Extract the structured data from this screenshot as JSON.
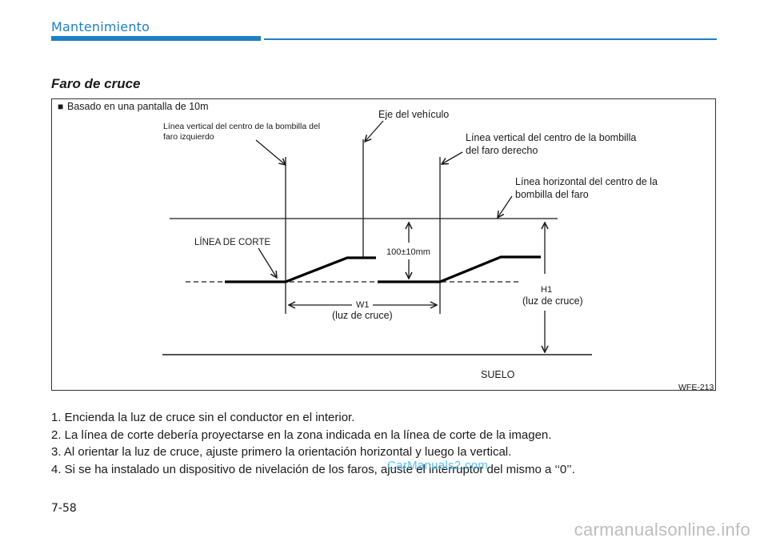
{
  "header": {
    "section_title": "Mantenimiento",
    "accent_color": "#1f7fc4"
  },
  "page": {
    "heading": "Faro de cruce",
    "page_number": "7-58"
  },
  "figure": {
    "note_marker": "■",
    "note": "Basado en una pantalla de 10m",
    "left_vertical_line_label_1": "Línea vertical del centro de la bombilla del",
    "left_vertical_line_label_2": "faro izquierdo",
    "vehicle_axis_label": "Eje del vehículo",
    "right_vertical_line_label_1": "Línea vertical del centro de la bombilla",
    "right_vertical_line_label_2": "del faro derecho",
    "horizontal_line_label_1": "Línea  horizontal  del  centro  de  la",
    "horizontal_line_label_2": "bombilla del faro",
    "cutoff_line_label": "LÍNEA DE CORTE",
    "offset_label": "100±10mm",
    "w1_label": "W1",
    "w1_sublabel": "(luz de cruce)",
    "h1_label": "H1",
    "h1_sublabel": "(luz de cruce)",
    "ground_label": "SUELO",
    "figure_code": "WFE-213"
  },
  "steps": [
    "1. Encienda la luz de cruce sin el conductor en el interior.",
    "2. La línea de corte debería proyectarse en la zona indicada en la línea de corte de la imagen.",
    "3. Al orientar la luz de cruce, ajuste primero la orientación horizontal y luego la vertical.",
    "4. Si se ha instalado un dispositivo de nivelación de los faros, ajuste el interruptor del mismo a ‘‘0’’."
  ],
  "watermarks": {
    "site": "CarManuals2.com",
    "footer": "carmanualsonline.info"
  }
}
